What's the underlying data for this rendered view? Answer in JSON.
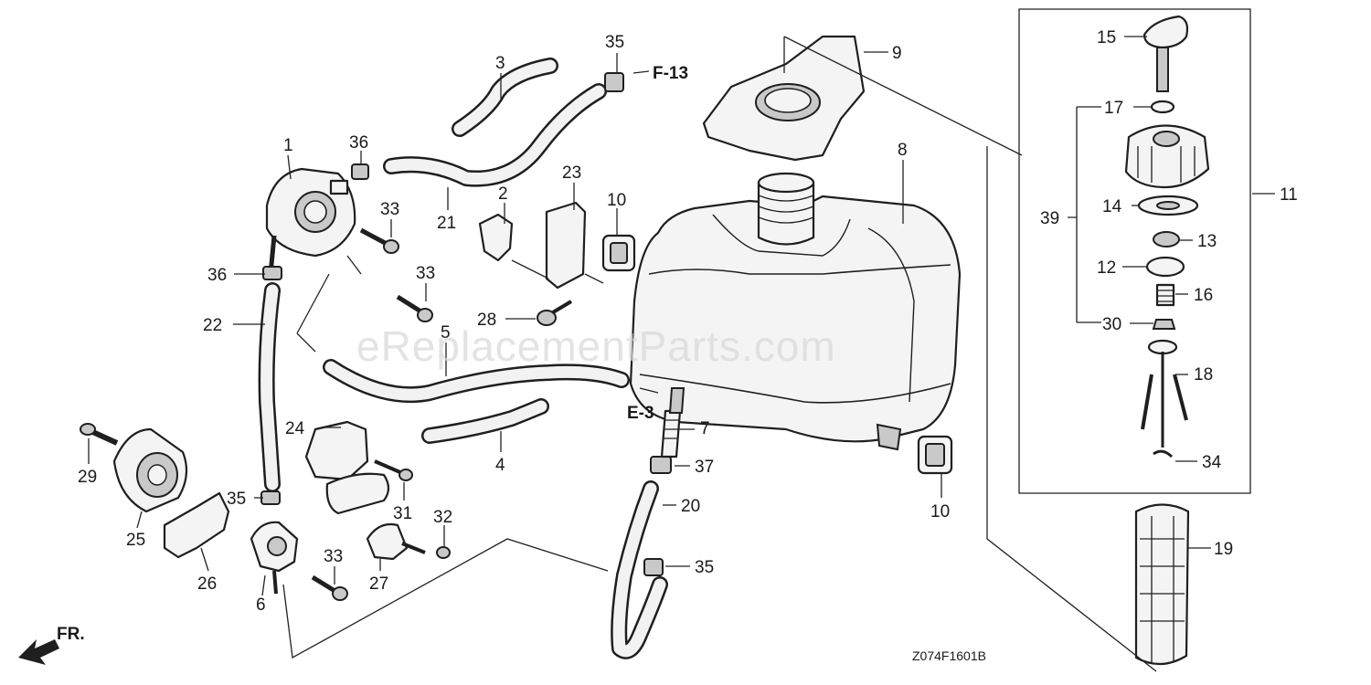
{
  "diagram": {
    "watermark": "eReplacementParts.com",
    "drawing_code": "Z074F1601B",
    "front_marker": "FR.",
    "references": {
      "f13": "F-13",
      "e3": "E-3"
    },
    "callouts": [
      {
        "id": "c1",
        "text": "1"
      },
      {
        "id": "c2",
        "text": "2"
      },
      {
        "id": "c3",
        "text": "3"
      },
      {
        "id": "c4",
        "text": "4"
      },
      {
        "id": "c5",
        "text": "5"
      },
      {
        "id": "c6",
        "text": "6"
      },
      {
        "id": "c7",
        "text": "7"
      },
      {
        "id": "c8",
        "text": "8"
      },
      {
        "id": "c9",
        "text": "9"
      },
      {
        "id": "c10a",
        "text": "10"
      },
      {
        "id": "c10b",
        "text": "10"
      },
      {
        "id": "c11",
        "text": "11"
      },
      {
        "id": "c12",
        "text": "12"
      },
      {
        "id": "c13",
        "text": "13"
      },
      {
        "id": "c14",
        "text": "14"
      },
      {
        "id": "c15",
        "text": "15"
      },
      {
        "id": "c16",
        "text": "16"
      },
      {
        "id": "c17",
        "text": "17"
      },
      {
        "id": "c18",
        "text": "18"
      },
      {
        "id": "c19",
        "text": "19"
      },
      {
        "id": "c20",
        "text": "20"
      },
      {
        "id": "c21",
        "text": "21"
      },
      {
        "id": "c22",
        "text": "22"
      },
      {
        "id": "c23",
        "text": "23"
      },
      {
        "id": "c24",
        "text": "24"
      },
      {
        "id": "c25",
        "text": "25"
      },
      {
        "id": "c26",
        "text": "26"
      },
      {
        "id": "c27",
        "text": "27"
      },
      {
        "id": "c28",
        "text": "28"
      },
      {
        "id": "c29",
        "text": "29"
      },
      {
        "id": "c30",
        "text": "30"
      },
      {
        "id": "c31",
        "text": "31"
      },
      {
        "id": "c32",
        "text": "32"
      },
      {
        "id": "c33a",
        "text": "33"
      },
      {
        "id": "c33b",
        "text": "33"
      },
      {
        "id": "c33c",
        "text": "33"
      },
      {
        "id": "c34",
        "text": "34"
      },
      {
        "id": "c35a",
        "text": "35"
      },
      {
        "id": "c35b",
        "text": "35"
      },
      {
        "id": "c35c",
        "text": "35"
      },
      {
        "id": "c36a",
        "text": "36"
      },
      {
        "id": "c36b",
        "text": "36"
      },
      {
        "id": "c37",
        "text": "37"
      },
      {
        "id": "c39",
        "text": "39"
      }
    ]
  }
}
